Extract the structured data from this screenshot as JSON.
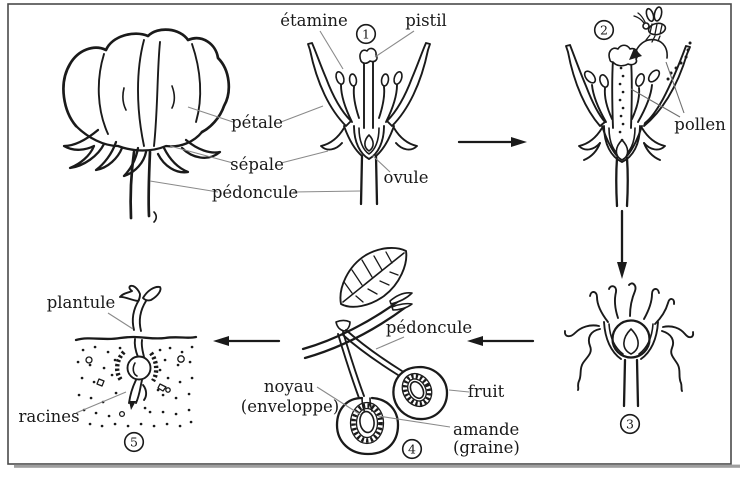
{
  "diagram": {
    "stage_flower": {
      "labels": {
        "petale": "pétale",
        "sepale": "sépale",
        "pedoncule": "pédoncule"
      }
    },
    "stage_1": {
      "number": "1",
      "labels": {
        "etamine": "étamine",
        "pistil": "pistil",
        "ovule": "ovule"
      }
    },
    "stage_2": {
      "number": "2",
      "labels": {
        "pollen": "pollen"
      }
    },
    "stage_3": {
      "number": "3"
    },
    "stage_4": {
      "number": "4",
      "labels": {
        "pedoncule": "pédoncule",
        "noyau": "noyau",
        "noyau_detail": "(enveloppe)",
        "fruit": "fruit",
        "amande": "amande",
        "amande_detail": "(graine)"
      }
    },
    "stage_5": {
      "number": "5",
      "labels": {
        "plantule": "plantule",
        "racines": "racines"
      }
    }
  },
  "colors": {
    "ink": "#1a1a1a",
    "leader_line": "#8a8a8a",
    "border": "#4a4a4a",
    "shadow": "#9e9e9e",
    "background": "#ffffff"
  }
}
